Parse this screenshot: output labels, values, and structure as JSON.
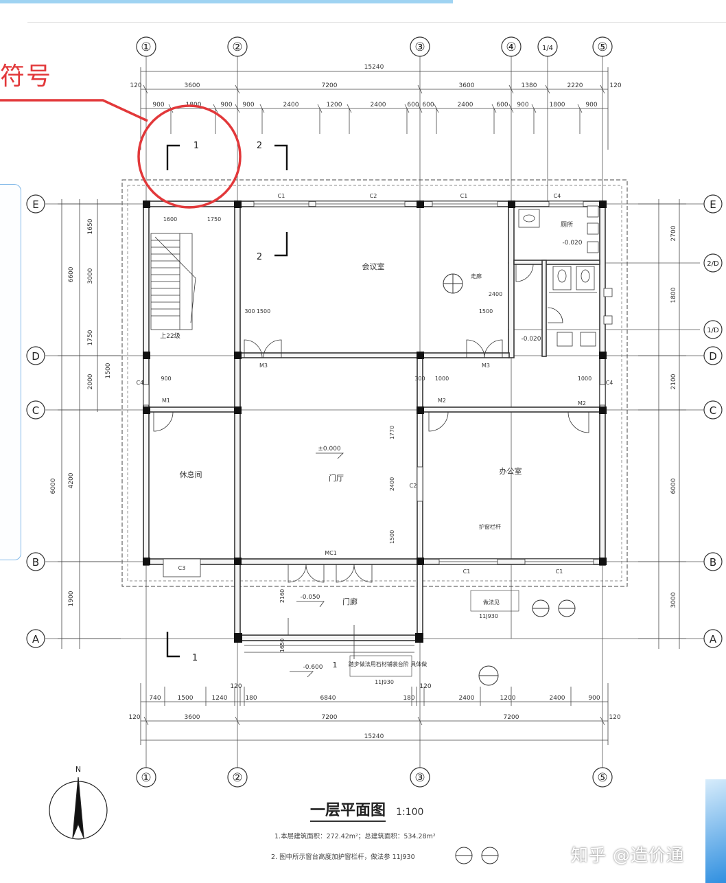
{
  "annotation": {
    "label": "符号"
  },
  "axes": {
    "top": [
      "①",
      "②",
      "③",
      "④",
      "1/4",
      "⑤"
    ],
    "right": [
      "E",
      "2/D",
      "1/D",
      "D",
      "C",
      "B",
      "A"
    ],
    "left": [
      "E",
      "D",
      "C",
      "B",
      "A"
    ],
    "bottom": [
      "①",
      "②",
      "③",
      "⑤"
    ]
  },
  "dims": {
    "top_total": "15240",
    "top_row1": [
      "120",
      "3600",
      "7200",
      "3600",
      "1380",
      "2220",
      "120"
    ],
    "top_row2": [
      "900",
      "1800",
      "900",
      "900",
      "2400",
      "1200",
      "2400",
      "600",
      "600",
      "2400",
      "600",
      "900",
      "1800",
      "900"
    ],
    "bottom_row1": [
      "740",
      "1500",
      "1240",
      "120",
      "180",
      "6840",
      "180",
      "120",
      "2400",
      "1200",
      "2400",
      "900"
    ],
    "bottom_row2": [
      "120",
      "3600",
      "7200",
      "7200",
      "120"
    ],
    "bottom_total": "15240",
    "left_outer": [
      "6600",
      "4200",
      "1900"
    ],
    "left_inner": [
      "1650",
      "3000",
      "1750",
      "2000",
      "1500",
      "6000"
    ],
    "right_outer": [
      "2700",
      "1800",
      "2100",
      "6000",
      "3000"
    ],
    "misc": [
      "1600",
      "1750",
      "1500",
      "1500",
      "300",
      "2400",
      "900",
      "1000",
      "300",
      "1000",
      "1770",
      "2400",
      "1500",
      "2160",
      "1650"
    ]
  },
  "section_marks": {
    "s1": "1",
    "s2": "2"
  },
  "rooms": {
    "meeting": "会议室",
    "lobby": "门厅",
    "lounge": "休息间",
    "office": "办公室",
    "toilet": "厕所",
    "porch": "门廊",
    "stair_up": "上22级",
    "corridor": "走廊"
  },
  "elevations": {
    "lobby": "±0.000",
    "toilet1": "-0.020",
    "toilet2": "-0.020",
    "porch": "-0.050",
    "outside": "-0.600"
  },
  "labels": {
    "c1": "C1",
    "c2": "C2",
    "c3": "C3",
    "c4": "C4",
    "m1": "M1",
    "m2": "M2",
    "m3": "M3",
    "mc1": "MC1",
    "rail": "护窗栏杆",
    "ramp_note": "做法见",
    "ramp_ref": "11J930",
    "step_note": "踏步做法用石材铺装台阶 具体做",
    "step_ref": "11J930"
  },
  "north": "N",
  "title": {
    "main": "一层平面图",
    "scale": "1:100"
  },
  "notes": {
    "area": "1.本层建筑面积：272.42m²；总建筑面积：534.28m²",
    "rail": "2.   图中所示窗台高度加护窗栏杆，做法参 11J930"
  },
  "watermark": "知乎 @造价通",
  "colors": {
    "line": "#333333",
    "wall": "#9a9a9a",
    "accent_red": "#e2383a",
    "card_border": "#7fb7e8"
  }
}
